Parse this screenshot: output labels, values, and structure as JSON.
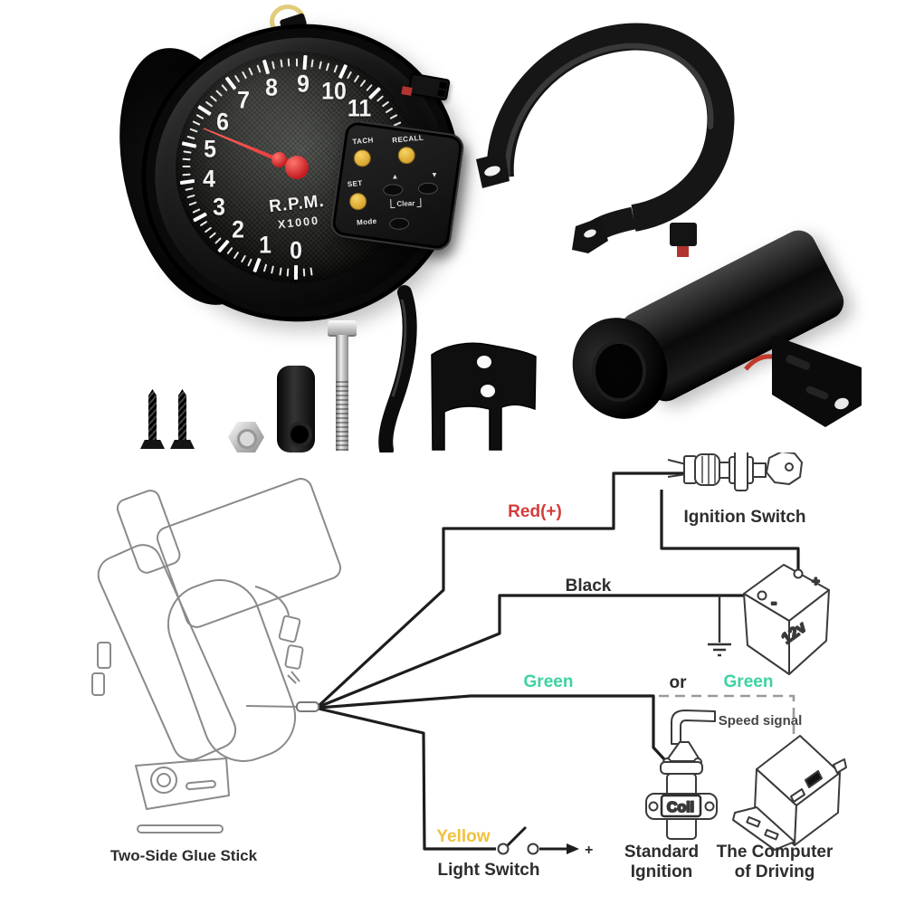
{
  "gauge": {
    "dial_numbers": [
      "0",
      "1",
      "2",
      "3",
      "4",
      "5",
      "6",
      "7",
      "8",
      "9",
      "10",
      "11"
    ],
    "unit_line1": "R.P.M.",
    "unit_line2": "X1000",
    "needle_value": 5.5,
    "keypad": {
      "tach": "TACH",
      "recall": "RECALL",
      "set": "SET",
      "mode": "Mode",
      "clear": "Clear",
      "up": "▲",
      "down": "▼"
    }
  },
  "diagram": {
    "labels": {
      "red_wire": "Red(+)",
      "black_wire": "Black",
      "green_wire_1": "Green",
      "or": "or",
      "green_wire_2": "Green",
      "yellow_wire": "Yellow",
      "ignition_switch": "Ignition Switch",
      "battery_voltage": "12v",
      "battery_plus": "+",
      "battery_minus": "-",
      "speed_signal": "Speed signal",
      "coil": "Coil",
      "light_switch": "Light Switch",
      "switch_plus": "+",
      "standard_ignition_1": "Standard",
      "standard_ignition_2": "Ignition",
      "computer_1": "The Computer",
      "computer_2": "of Driving",
      "glue_stick": "Two-Side Glue Stick"
    },
    "colors": {
      "red": "#d63a3a",
      "green": "#3bd49e",
      "yellow": "#f0c23c",
      "line": "#1d1d1d",
      "dashed": "#9a9a9a",
      "text": "#2d2d2d",
      "sketch": "#8a8a8a",
      "needle": "#e0262b"
    }
  }
}
